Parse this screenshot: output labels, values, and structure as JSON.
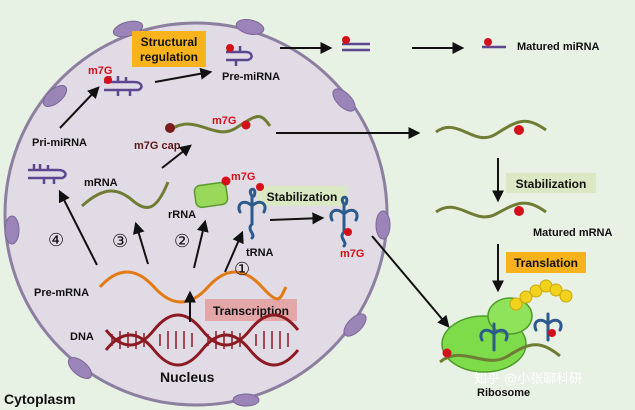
{
  "labels": {
    "structural_regulation_line1": "Structural",
    "structural_regulation_line2": "regulation",
    "pre_mirna": "Pre-miRNA",
    "matured_mirna": "Matured miRNA",
    "m7g": "m7G",
    "pri_mirna": "Pri-miRNA",
    "m7g_cap": "m7G cap",
    "mrna": "mRNA",
    "rrna": "rRNA",
    "trna": "tRNA",
    "stabilization": "Stabilization",
    "matured_mrna": "Matured mRNA",
    "translation": "Translation",
    "pre_mrna": "Pre-mRNA",
    "transcription": "Transcription",
    "dna": "DNA",
    "nucleus": "Nucleus",
    "cytoplasm": "Cytoplasm",
    "ribosome": "Ribosome",
    "step1": "①",
    "step2": "②",
    "step3": "③",
    "step4": "④",
    "watermark": "知乎 @小张聊科研"
  },
  "colors": {
    "background": "#e7f1e4",
    "cell_fill": "#e1dbe6",
    "cell_border": "#8c7fa0",
    "nucleus_bump": "#9b85b8",
    "orange_box": "#f7b21c",
    "green_box": "#dbe8c3",
    "pink_box": "#e3a7a8",
    "m7g_red": "#d4101a",
    "mrna_green": "#6f7d34",
    "pre_mrna_orange": "#e37a12",
    "dna_red": "#8b1a22",
    "rrna_green": "#9ad85a",
    "trna_blue": "#2d5a8c",
    "mirna_purple": "#5d4690",
    "ribosome_green": "#7edb4a",
    "peptide_yellow": "#f3d21e"
  }
}
